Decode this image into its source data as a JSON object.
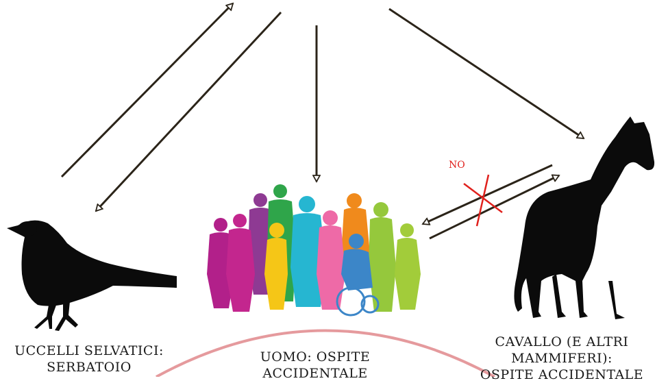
{
  "labels": {
    "bird_line1": "UCCELLI SELVATICI:",
    "bird_line2": "SERBATOIO",
    "human": "UOMO: OSPITE ACCIDENTALE",
    "horse_line1": "CAVALLO (E ALTRI MAMMIFERI):",
    "horse_line2": "OSPITE ACCIDENTALE",
    "no": "NO"
  },
  "colors": {
    "arrow": "#2b2419",
    "silhouette": "#0b0b0b",
    "cross": "#e0201c",
    "arc": "#e59a9d"
  },
  "people_colors": [
    "#b2208a",
    "#c3268e",
    "#8e3a93",
    "#2fa54a",
    "#f5c617",
    "#26b6d1",
    "#ee6aa7",
    "#f08a1c",
    "#3c86c8",
    "#95c83c",
    "#a2cc3a"
  ]
}
